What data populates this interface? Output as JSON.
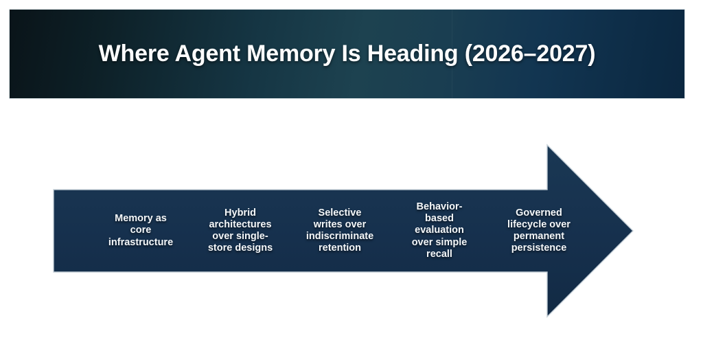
{
  "banner": {
    "title": "Where Agent Memory Is Heading (2026–2027)",
    "gradient_start": "#0a1419",
    "gradient_mid": "#1d4250",
    "gradient_end": "#0b2740",
    "title_color": "#ffffff"
  },
  "arrow": {
    "fill_color": "#16304d",
    "border_color": "#c3ced6",
    "label_color": "#f4f7f9",
    "direction": "right",
    "steps": [
      {
        "label": "Memory as\ncore\ninfrastructure"
      },
      {
        "label": "Hybrid\narchitectures\nover single-\nstore designs"
      },
      {
        "label": "Selective\nwrites over\nindiscriminate\nretention"
      },
      {
        "label": "Behavior-\nbased\nevaluation\nover simple\nrecall"
      },
      {
        "label": "Governed\nlifecycle over\npermanent\npersistence"
      }
    ]
  }
}
